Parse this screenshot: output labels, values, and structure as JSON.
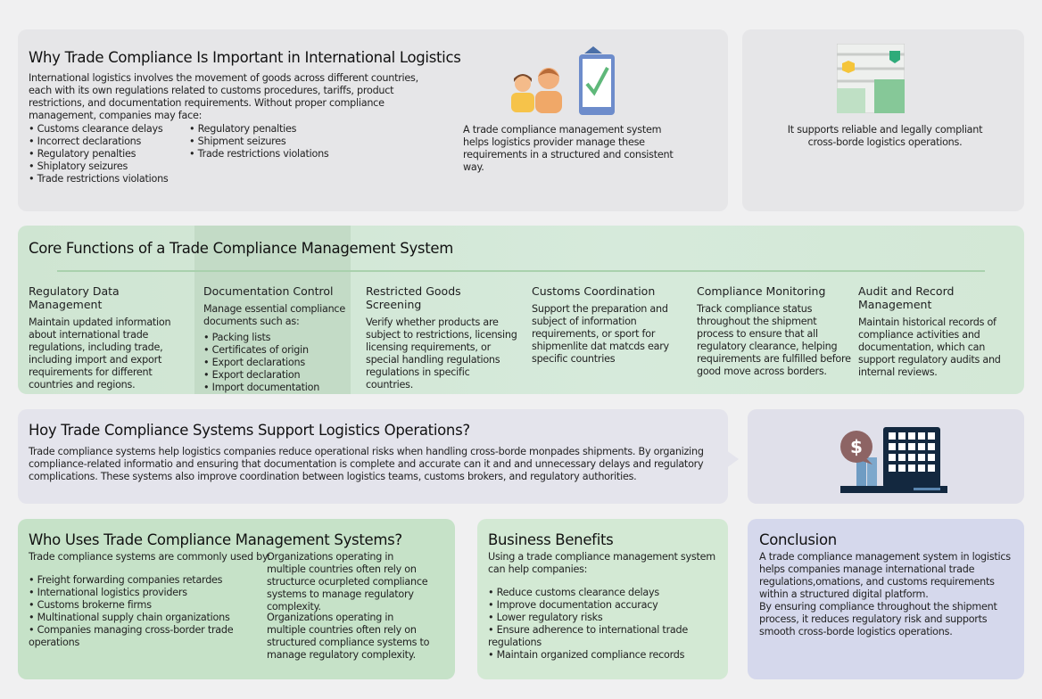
{
  "why": {
    "title": "Why Trade Compliance Is Important in International Logistics",
    "intro": "International logistics involves the movement of goods across different countries, each with its own regulations related to customs procedures, tariffs, product restrictions, and documentation requirements. Without proper compliance management, companies may face:",
    "list_left": [
      "Customs clearance delays",
      "Incorrect declarations",
      "Regulatory penalties",
      "Shiplatory seizures",
      "Trade restrictions violations"
    ],
    "list_right": [
      "Regulatory penalties",
      "Shipment seizures",
      "Trade restrictions violations"
    ],
    "side_text": "A trade compliance management system helps logistics provider manage these requirements in a structured and consistent way.",
    "icon": "people-checklist-icon"
  },
  "support": {
    "text": "It supports reliable and legally compliant cross-borde logistics operations.",
    "icon": "dashboard-icon"
  },
  "core": {
    "title": "Core Functions of a Trade Compliance Management System",
    "functions": [
      {
        "title": "Regulatory Data Management",
        "text": "Maintain updated information about international trade regulations, including trade, including import and export requirements for different countries and regions."
      },
      {
        "title": "Documentation Control",
        "text": "Manage essential compliance documents such as:",
        "items": [
          "Packing lists",
          "Certificates of origin",
          "Export declarations",
          "Export declaration",
          "Import documentation"
        ]
      },
      {
        "title": "Restricted Goods Screening",
        "text": "Verify whether products are subject to restrictions, licensing licensing requirements, or special handling regulations regulations in specific countries."
      },
      {
        "title": "Customs Coordination",
        "text": "Support the preparation and subject of information requirements, or sport for shipmenlite dat matcds eary specific countries"
      },
      {
        "title": "Compliance Monitoring",
        "text": "Track compliance status throughout the shipment process to ensure that all regulatory clearance, helping requirements are fulfilled before good move across borders."
      },
      {
        "title": "Audit and Record Management",
        "text": "Maintain historical records of compliance activities and documentation, which can support regulatory audits and internal reviews."
      }
    ]
  },
  "how": {
    "title": "Hoy Trade Compliance Systems Support Logistics Operations?",
    "text": "Trade compliance systems help logistics companies reduce operational risks when handling cross-borde monpades shipments. By organizing compliance-related informatio and ensuring that documentation is complete and accurate can it and and unnecessary delays and regulatory complications. These systems also improve coordination between logistics teams, customs brokers, and regulatory authorities.",
    "icon": "building-finance-icon"
  },
  "who": {
    "title": "Who Uses Trade Compliance Management Systems?",
    "intro": "Trade compliance systems are commonly used by:",
    "items": [
      "Freight forwarding companies retardes",
      "International logistics providers",
      "Customs brokerne firms",
      "Multinational supply chain organizations",
      "Companies managing cross-border trade operations"
    ],
    "note1": "Organizations operating in multiple countries often rely on structurce ocurpleted compliance systems to manage regulatory complexity.",
    "note2": "Organizations operating in multiple countries often rely on structured compliance systems to manage regulatory complexity."
  },
  "benefits": {
    "title": "Business Benefits",
    "intro": "Using a trade compliance management system can help companies:",
    "items": [
      "Reduce customs clearance delays",
      "Improve documentation accuracy",
      "Lower regulatory risks",
      "Ensure adherence to international trade regulations",
      "Maintain organized compliance records"
    ]
  },
  "conclusion": {
    "title": "Conclusion",
    "text1": "A trade compliance management system in logistics helps companies manage international trade regulations,omations, and customs requirements within a structured digital platform.",
    "text2": "By ensuring compliance throughout the shipment process, it reduces regulatory risk and supports smooth cross-borde logistics operations."
  }
}
